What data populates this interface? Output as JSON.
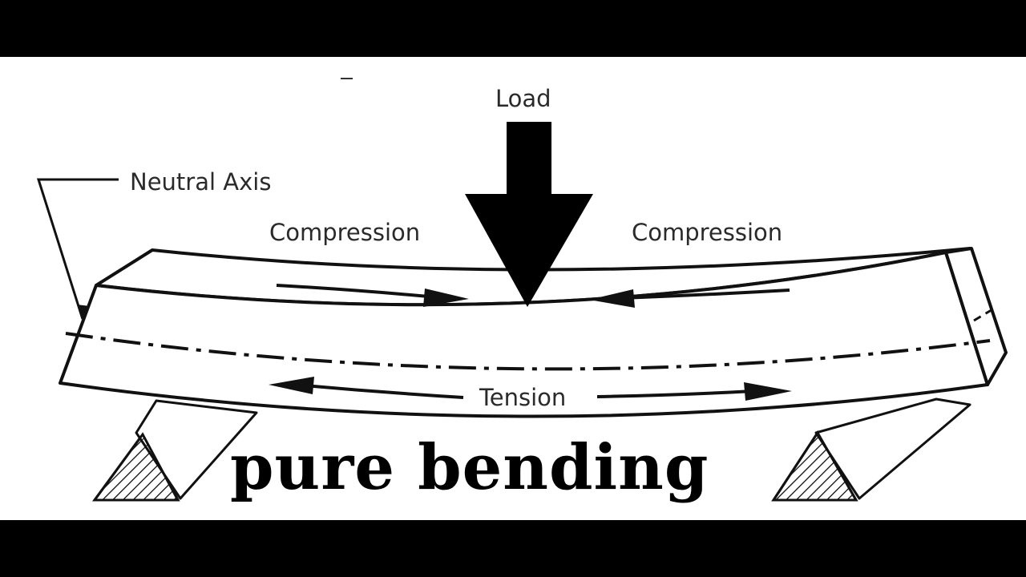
{
  "diagram": {
    "labels": {
      "load": "Load",
      "neutral_axis": "Neutral Axis",
      "compression_left": "Compression",
      "compression_right": "Compression",
      "tension": "Tension"
    },
    "caption": "pure bending"
  }
}
